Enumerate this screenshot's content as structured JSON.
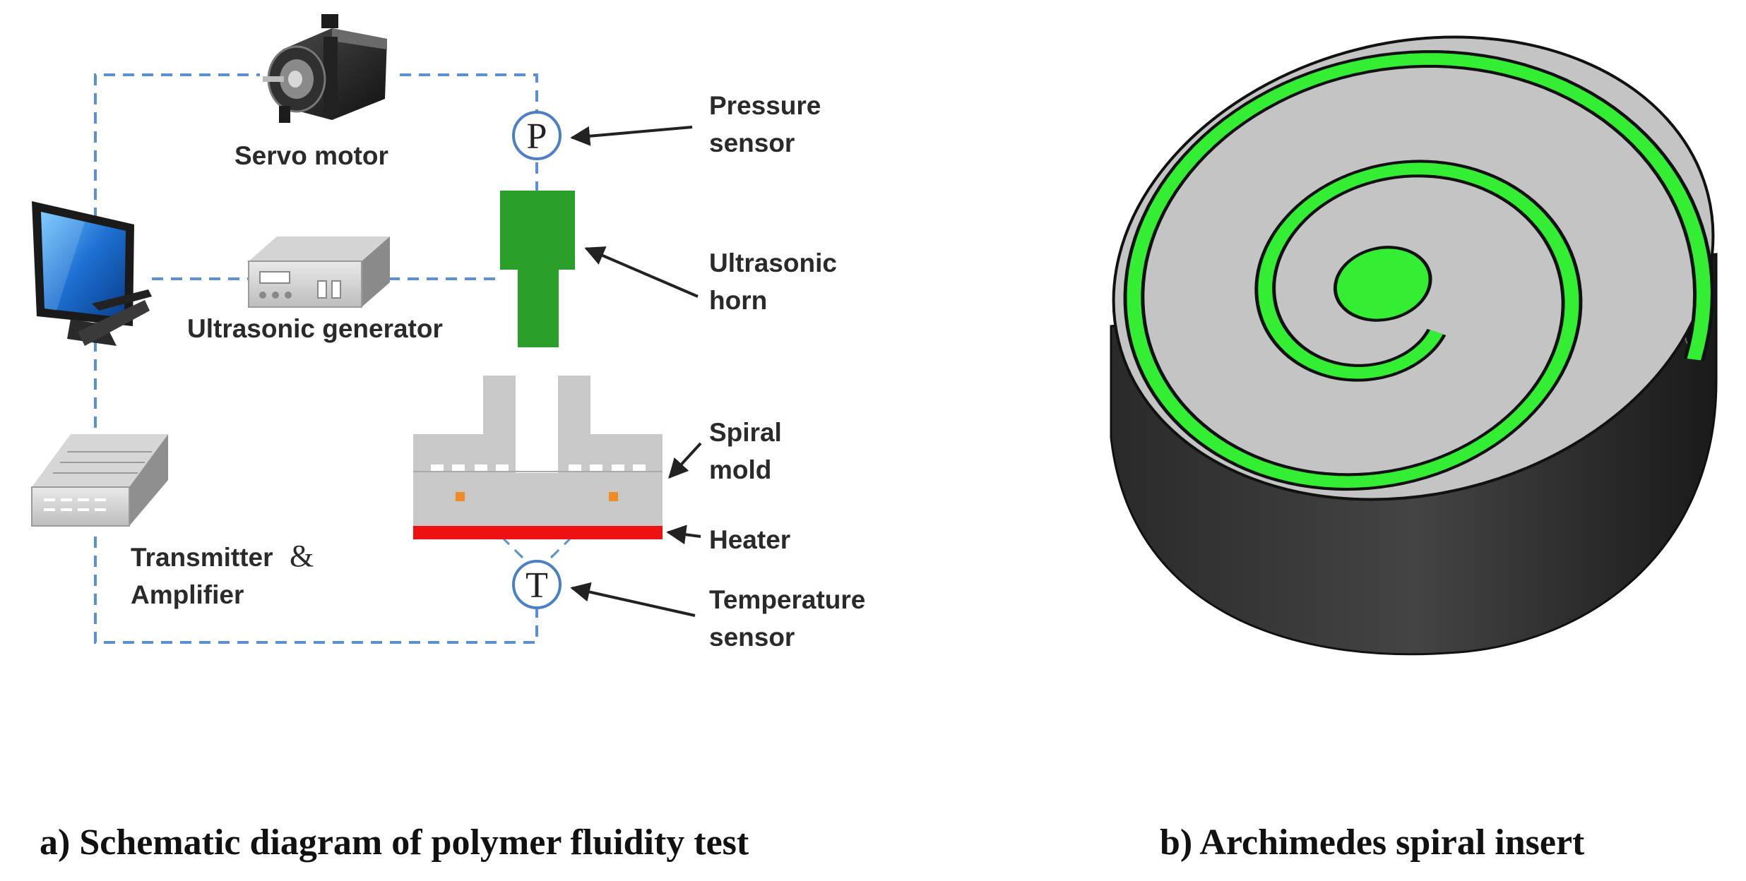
{
  "panel_a": {
    "labels": {
      "servo_motor": "Servo motor",
      "pressure_line1": "Pressure",
      "pressure_line2": "sensor",
      "ultrasonic_horn_line1": "Ultrasonic",
      "ultrasonic_horn_line2": "horn",
      "ultrasonic_generator": "Ultrasonic generator",
      "spiral_mold_line1": "Spiral",
      "spiral_mold_line2": "mold",
      "heater": "Heater",
      "transmitter_line1": "Transmitter",
      "ampersand": "&",
      "transmitter_line2": "Amplifier",
      "temperature_line1": "Temperature",
      "temperature_line2": "sensor"
    },
    "symbols": {
      "pressure": "P",
      "temperature": "T"
    },
    "caption": "a) Schematic diagram of polymer fluidity test"
  },
  "panel_b": {
    "caption": "b) Archimedes spiral insert"
  },
  "colors": {
    "connection_line": "#5b8fd6",
    "horn_green": "#2aa02a",
    "heater_red": "#ee1111",
    "mold_gray": "#c8c8c8",
    "spiral_green": "#33ee33",
    "insert_gray": "#c4c4c4"
  },
  "icons": [
    "servo-motor-icon",
    "computer-monitor-icon",
    "ultrasonic-generator-icon",
    "transmitter-amplifier-icon"
  ]
}
